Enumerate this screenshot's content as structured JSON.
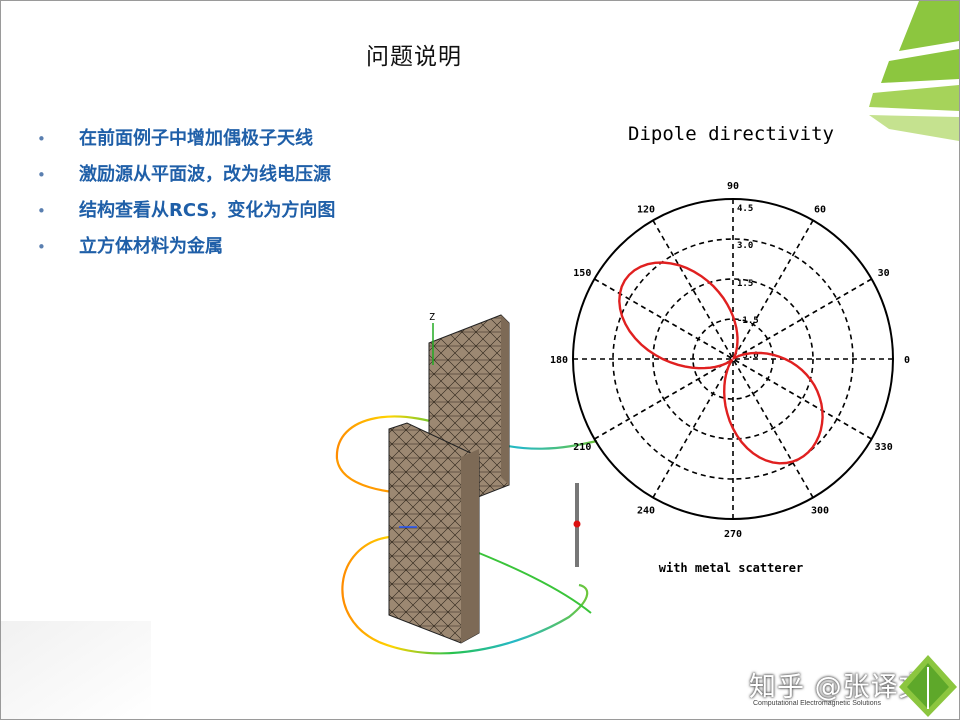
{
  "slide": {
    "title": "问题说明",
    "bullets": [
      "在前面例子中增加偶极子天线",
      "激励源从平面波，改为线电压源",
      "结构查看从RCS，变化为方向图",
      "立方体材料为金属"
    ],
    "bullet_symbol": "•"
  },
  "polar_plot": {
    "title": "Dipole directivity",
    "caption": "with metal scatterer",
    "angle_labels": [
      "90",
      "60",
      "30",
      "0",
      "330",
      "300",
      "270",
      "240",
      "210",
      "180",
      "150",
      "120"
    ],
    "radial_labels": [
      "4.5",
      "3.0",
      "1.5",
      "-1.5",
      "-3.0"
    ],
    "curve_color": "#e02020"
  },
  "model": {
    "axis_label": "Z"
  },
  "watermark": {
    "text": "知乎 @张译文",
    "logo_sub": "Computational Electromagnetic Solutions"
  },
  "colors": {
    "bullet_text": "#1F5FA8",
    "deco_green": "#8cc63f",
    "mesh_fill": "#9c8872"
  }
}
